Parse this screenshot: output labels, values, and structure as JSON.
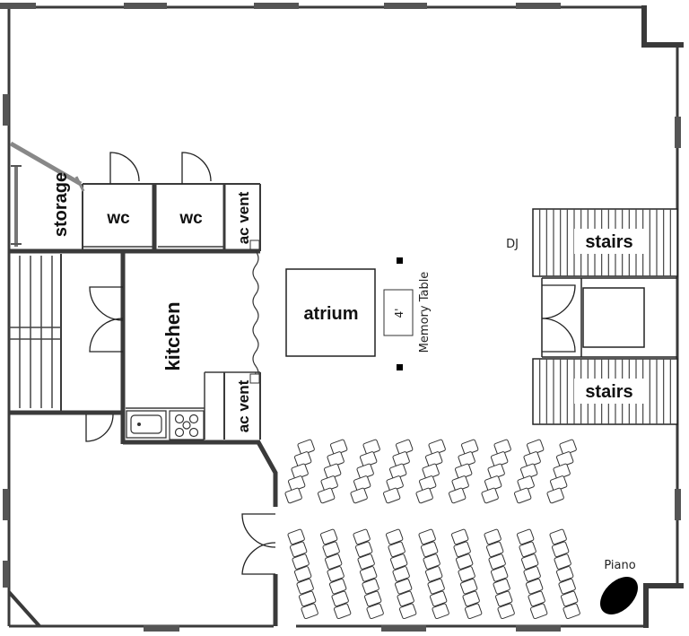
{
  "rooms": {
    "storage": "storage",
    "wc_left": "wc",
    "wc_right": "wc",
    "ac_vent_top": "ac vent",
    "ac_vent_bottom": "ac vent",
    "kitchen": "kitchen",
    "atrium": "atrium",
    "stairs_top": "stairs",
    "stairs_bottom": "stairs"
  },
  "labels": {
    "dj": "DJ",
    "memory_table": "Memory Table",
    "table_size": "4'",
    "piano": "Piano"
  },
  "seating": {
    "front_section": {
      "rows": 9,
      "chairs_per_row": 5
    },
    "back_section": {
      "rows": 9,
      "chairs_per_row": 7
    }
  },
  "colors": {
    "wall": "#3a3a3a",
    "line": "#222222",
    "gate": "#888888",
    "piano": "#000000"
  },
  "icons": [
    "sink-icon",
    "stove-icon",
    "piano-icon",
    "pillar-icon",
    "chair-icon",
    "door-swing-icon"
  ]
}
